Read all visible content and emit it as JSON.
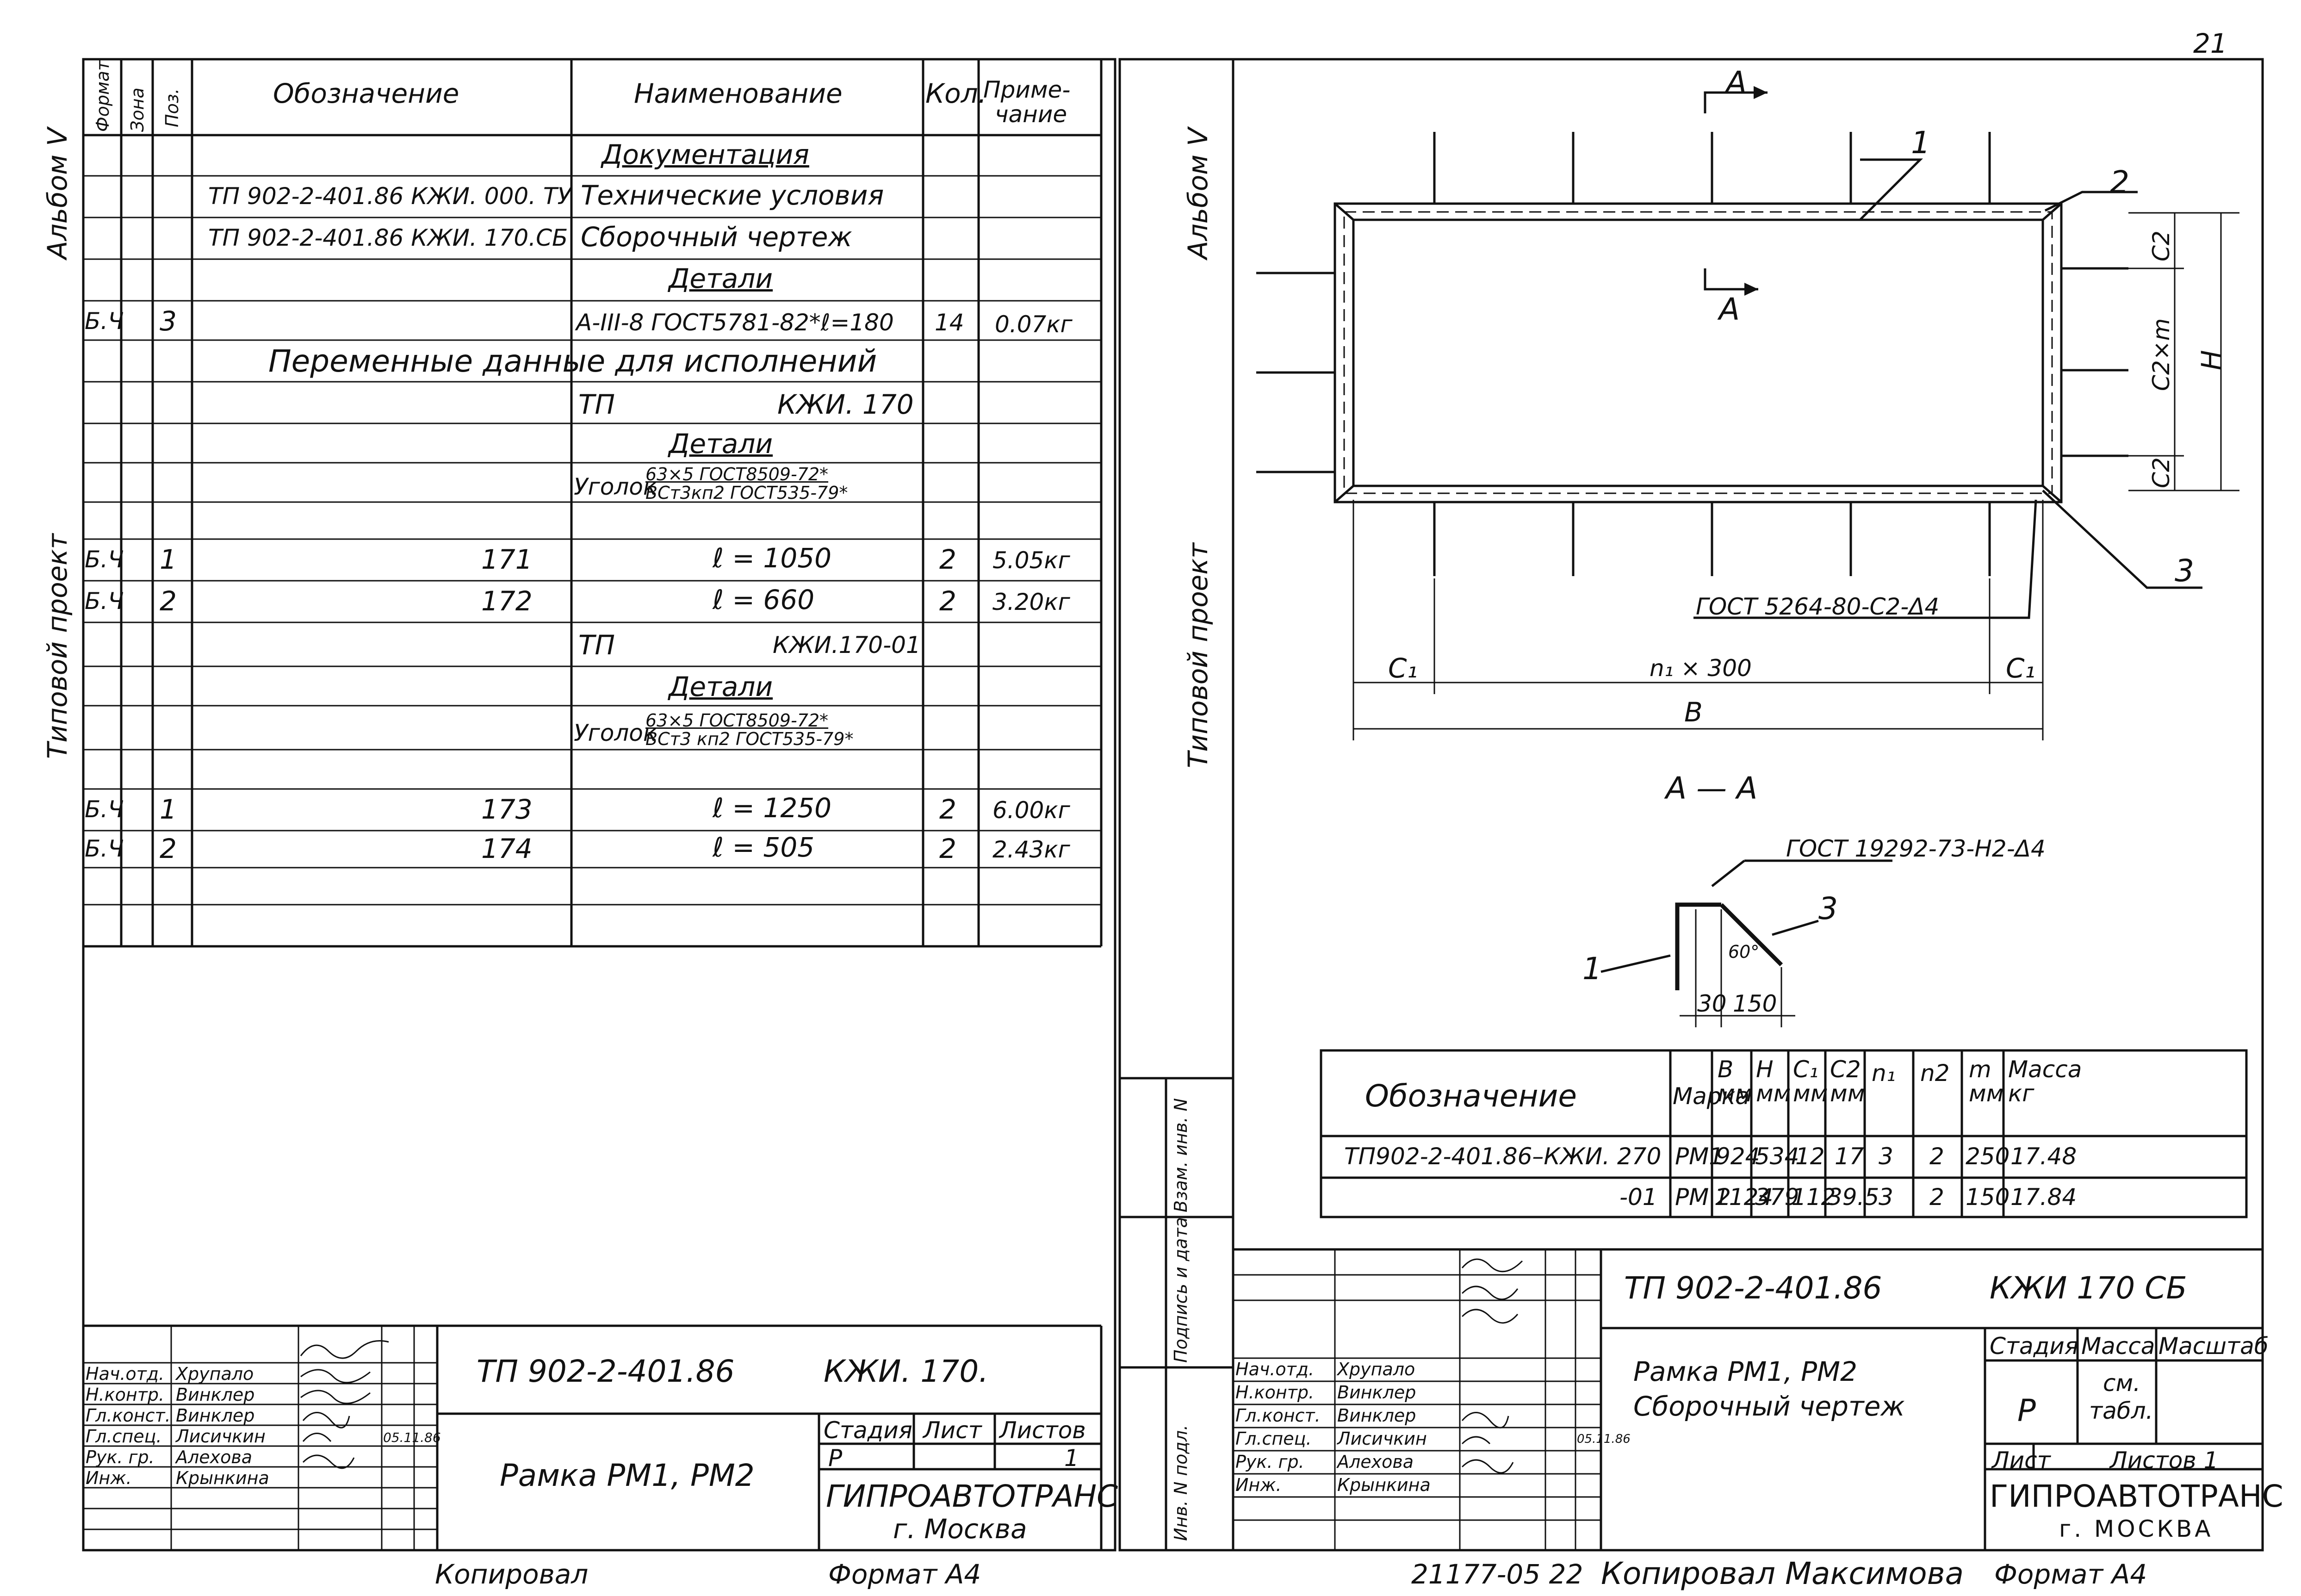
{
  "page_number": "21",
  "left": {
    "margin_labels": {
      "album": "Альбом V",
      "project": "Типовой проект"
    },
    "header": {
      "format": "Формат",
      "zone": "Зона",
      "pos": "Поз.",
      "designation": "Обозначение",
      "name": "Наименование",
      "qty": "Кол.",
      "note": "Приме-",
      "note2": "чание"
    },
    "rows": {
      "sec_docs": "Документация",
      "r1_desig": "ТП 902-2-401.86   КЖИ. 000. ТУ",
      "r1_name": "Технические условия",
      "r2_desig": "ТП 902-2-401.86   КЖИ. 170.СБ",
      "r2_name": "Сборочный чертеж",
      "sec_det1": "Детали",
      "r3_fmt": "Б.Ч",
      "r3_pos": "3",
      "r3_name": "А-III-8 ГОСТ5781-82*ℓ=180",
      "r3_qty": "14",
      "r3_note": "0.07кг",
      "var_title": "Переменные данные для исполнений",
      "tp1": "ТП",
      "tp1_code": "КЖИ. 170",
      "sec_det2": "Детали",
      "angle1": "Уголок",
      "angle1_num": "63×5 ГОСТ8509-72*",
      "angle1_den": "ВСт3кп2 ГОСТ535-79*",
      "r4_fmt": "Б.Ч",
      "r4_pos": "1",
      "r4_desig": "171",
      "r4_name": "ℓ = 1050",
      "r4_qty": "2",
      "r4_note": "5.05кг",
      "r5_fmt": "Б.Ч",
      "r5_pos": "2",
      "r5_desig": "172",
      "r5_name": "ℓ = 660",
      "r5_qty": "2",
      "r5_note": "3.20кг",
      "tp2": "ТП",
      "tp2_code": "КЖИ.170-01",
      "sec_det3": "Детали",
      "angle2": "Уголок",
      "angle2_num": "63×5 ГОСТ8509-72*",
      "angle2_den": "ВСт3 кп2 ГОСТ535-79*",
      "r6_fmt": "Б.Ч",
      "r6_pos": "1",
      "r6_desig": "173",
      "r6_name": "ℓ = 1250",
      "r6_qty": "2",
      "r6_note": "6.00кг",
      "r7_fmt": "Б.Ч",
      "r7_pos": "2",
      "r7_desig": "174",
      "r7_name": "ℓ = 505",
      "r7_qty": "2",
      "r7_note": "2.43кг"
    },
    "stamp": {
      "roles": [
        "Нач.отд.",
        "Н.контр.",
        "Гл.конст.",
        "Гл.спец.",
        "Рук. гр.",
        "Инж."
      ],
      "names": [
        "Хрупало",
        "Винклер",
        "Винклер",
        "Лисичкин",
        "Алехова",
        "Крынкина"
      ],
      "date": "05.11.86",
      "code": "ТП 902-2-401.86",
      "mark": "КЖИ. 170.",
      "title": "Рамка РМ1, РМ2",
      "stage_h": "Стадия",
      "sheet_h": "Лист",
      "sheets_h": "Листов",
      "stage": "Р",
      "sheets": "1",
      "org": "ГИПРОАВТОТРАНС",
      "city": "г. Москва"
    },
    "footer": {
      "copied": "Копировал",
      "format": "Формат А4"
    }
  },
  "right": {
    "margin_labels": {
      "album": "Альбом V",
      "project": "Типовой проект"
    },
    "side_stamp": {
      "inv_orig": "Инв. N подл.",
      "sign_date": "Подпись и дата",
      "inv_repl": "Взам. инв. N"
    },
    "drawing": {
      "section_mark": "А",
      "call1": "1",
      "call2": "2",
      "call3": "3",
      "weld_plan": "ГОСТ 5264-80-С2-Δ4",
      "dim_c1": "С₁",
      "dim_n1": "n₁ × 300",
      "dim_b": "В",
      "dim_c2": "С2",
      "dim_c2m": "С2×m",
      "dim_h": "Н",
      "section_title": "А — А",
      "weld_sec": "ГОСТ 19292-73-Н2-Δ4",
      "angle60": "60°",
      "d30": "30",
      "d150": "150"
    },
    "param_table": {
      "headers": [
        "Обозначение",
        "Марка",
        "В\nмм",
        "Н\nмм",
        "С₁\nмм",
        "С2\nмм",
        "n₁",
        "n2",
        "m\nмм",
        "Масса\nкг"
      ],
      "rows": [
        [
          "ТП902-2-401.86–КЖИ. 270",
          "РМ1",
          "924",
          "534",
          "12",
          "17",
          "3",
          "2",
          "250",
          "17.48"
        ],
        [
          "-01",
          "РМ 2",
          "1124",
          "379",
          "112",
          "39.5",
          "3",
          "2",
          "150",
          "17.84"
        ]
      ]
    },
    "stamp": {
      "code": "ТП 902-2-401.86",
      "mark": "КЖИ 170 СБ",
      "roles": [
        "Нач.отд.",
        "Н.контр.",
        "Гл.конст.",
        "Гл.спец.",
        "Рук. гр.",
        "Инж."
      ],
      "names": [
        "Хрупало",
        "Винклер",
        "Винклер",
        "Лисичкин",
        "Алехова",
        "Крынкина"
      ],
      "date": "05.11.86",
      "title1": "Рамка РМ1, РМ2",
      "title2": "Сборочный чертеж",
      "stage_h": "Стадия",
      "mass_h": "Масса",
      "scale_h": "Масштаб",
      "stage": "Р",
      "mass": "см.",
      "mass2": "табл.",
      "sheet_h": "Лист",
      "sheets_h": "Листов 1",
      "org": "ГИПРОАВТОТРАНС",
      "city": "г. МОСКВА"
    },
    "footer": {
      "number": "21177-05 22",
      "copied": "Копировал Максимова",
      "format": "Формат А4"
    }
  }
}
